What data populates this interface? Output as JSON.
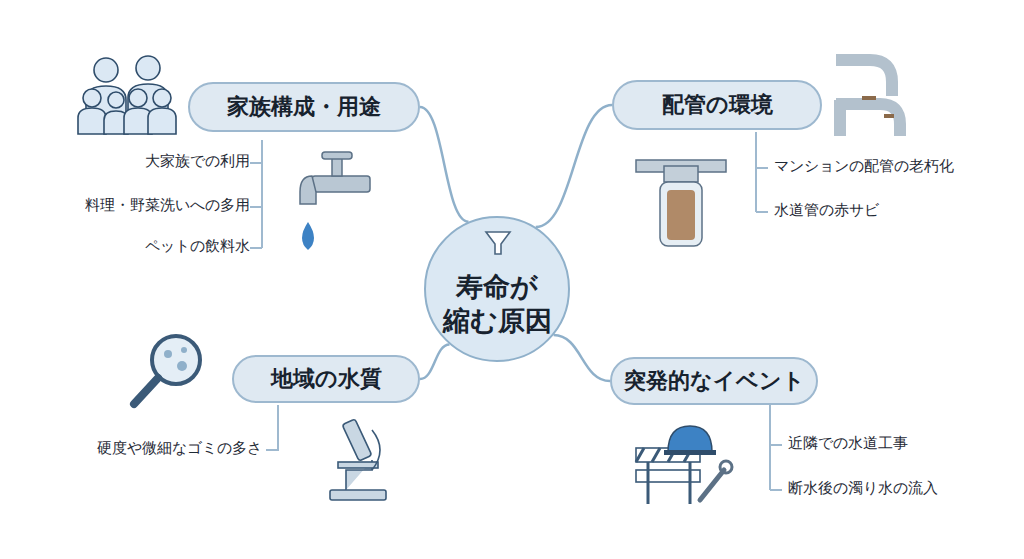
{
  "diagram": {
    "nodes": [
      {
        "text": [
          "寿命が 縮む原因"
        ]
      },
      {
        "text": [
          "家族構成・用途"
        ]
      },
      {
        "text": [
          "配管の環境"
        ]
      },
      {
        "text": [
          "地域の水質"
        ]
      },
      {
        "text": [
          "突発的なイベント"
        ]
      }
    ],
    "edges": [
      {
        "from": 0,
        "to": 1,
        "arrow": "none"
      },
      {
        "from": 0,
        "to": 2,
        "arrow": "none"
      },
      {
        "from": 0,
        "to": 3,
        "arrow": "none"
      },
      {
        "from": 0,
        "to": 4,
        "arrow": "none"
      }
    ],
    "labels": [
      "大家族での利用",
      "料理・野菜洗いへの多用",
      "ペットの飲料水",
      "マンションの配管の老朽化",
      "水道管の赤サビ",
      "硬度や微細なゴミの多さ",
      "近隣での水道工事",
      "断水後の濁り水の流入"
    ]
  }
}
